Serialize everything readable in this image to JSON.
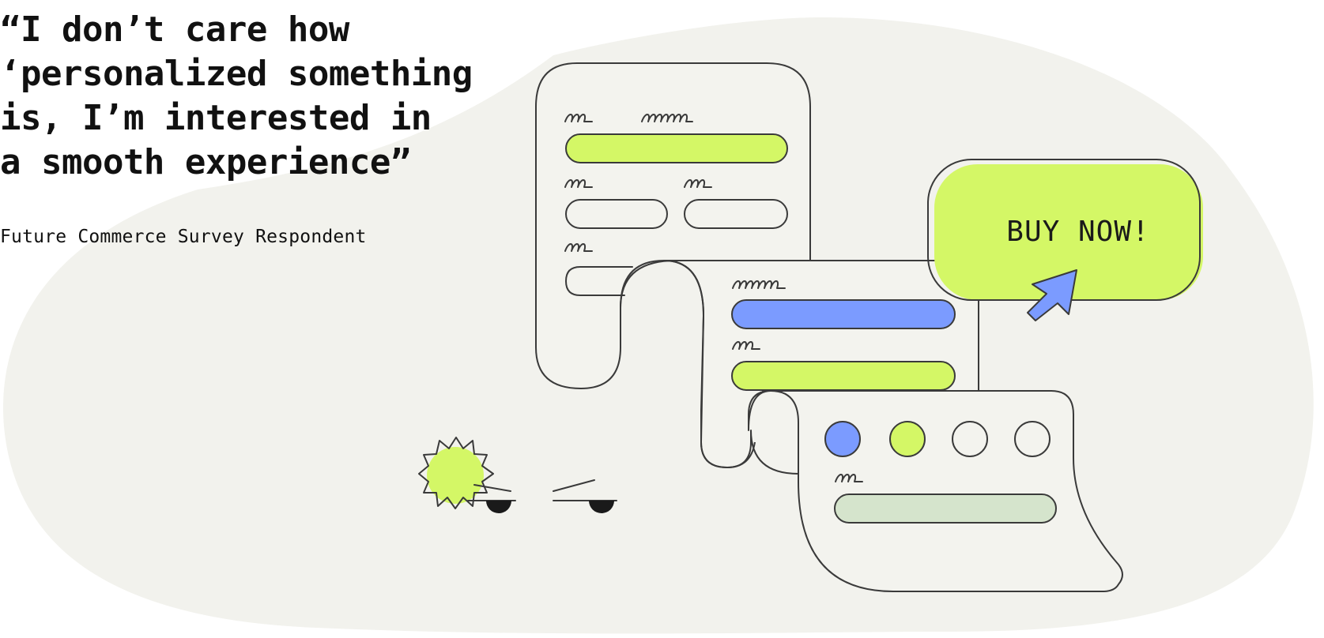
{
  "quote": {
    "text": "“I don’t care how\n‘personalized something\nis, I’m interested in\na smooth experience”",
    "attribution": "Future Commerce Survey Respondent"
  },
  "illustration": {
    "cta_label": "BUY NOW!"
  },
  "colors": {
    "blob": "#f2f2ed",
    "lime": "#d4f766",
    "blue": "#7b9bff",
    "sage": "#d5e4cc",
    "ink": "#3a3a3a"
  }
}
